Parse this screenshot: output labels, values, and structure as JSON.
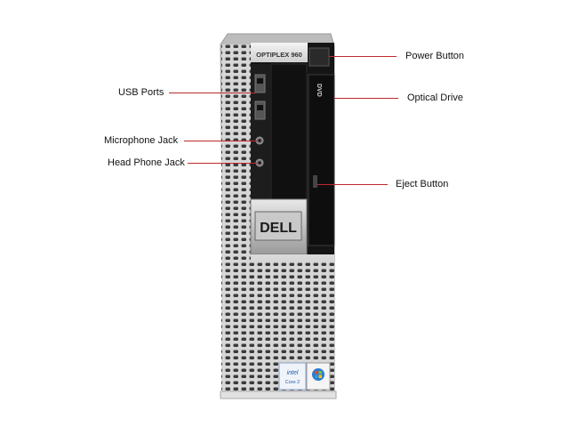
{
  "product": {
    "model_text": "OPTIPLEX 960",
    "brand_text": "DELL",
    "drive_logo_text": "DVD",
    "sticker_intel": "intel",
    "sticker_core": "Core 2"
  },
  "callouts": {
    "power_button": "Power Button",
    "usb_ports": "USB Ports",
    "optical_drive": "Optical Drive",
    "microphone_jack": "Microphone Jack",
    "head_phone_jack": "Head Phone Jack",
    "eject_button": "Eject Button"
  },
  "colors": {
    "callout_line": "#c0282b",
    "chassis_silver": "#cfcfcf",
    "bezel_black": "#151515"
  }
}
